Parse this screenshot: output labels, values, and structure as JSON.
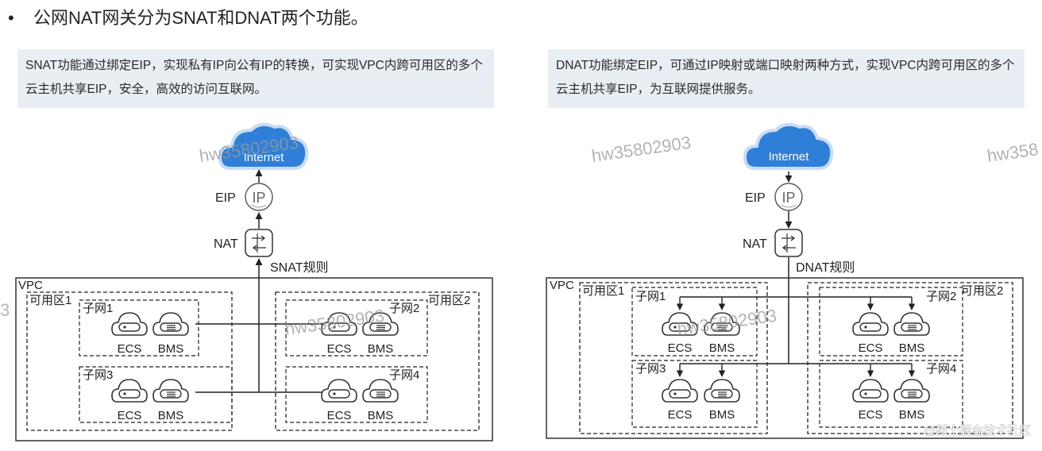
{
  "header": {
    "bullet": "•",
    "title": "公网NAT网关分为SNAT和DNAT两个功能。"
  },
  "snat": {
    "description": "SNAT功能通过绑定EIP，实现私有IP向公有IP的转换，可实现VPC内跨可用区的多个云主机共享EIP，安全，高效的访问互联网。",
    "internet_label": "Internet",
    "eip_label": "EIP",
    "ip_text": "IP",
    "nat_label": "NAT",
    "rule_label": "SNAT规则",
    "vpc_label": "VPC",
    "az1_label": "可用区1",
    "az2_label": "可用区2",
    "subnet1_label": "子网1",
    "subnet2_label": "子网2",
    "subnet3_label": "子网3",
    "subnet4_label": "子网4",
    "ecs_label": "ECS",
    "bms_label": "BMS"
  },
  "dnat": {
    "description": "DNAT功能绑定EIP，可通过IP映射或端口映射两种方式，实现VPC内跨可用区的多个云主机共享EIP，为互联网提供服务。",
    "internet_label": "Internet",
    "eip_label": "EIP",
    "ip_text": "IP",
    "nat_label": "NAT",
    "rule_label": "DNAT规则",
    "vpc_label": "VPC",
    "az1_label": "可用区1",
    "az2_label": "可用区2",
    "subnet1_label": "子网1",
    "subnet2_label": "子网2",
    "subnet3_label": "子网3",
    "subnet4_label": "子网4",
    "ecs_label": "ECS",
    "bms_label": "BMS"
  },
  "watermarks": {
    "text": "hw35802903",
    "partial_right": "hw358",
    "partial_left": "3",
    "corner": "@稀土掘金技术社区"
  },
  "colors": {
    "cloud_fill": "#2f7fd8",
    "cloud_outline": "#c8ddf3",
    "desc_bg": "#e9eef5",
    "line": "#222222"
  }
}
